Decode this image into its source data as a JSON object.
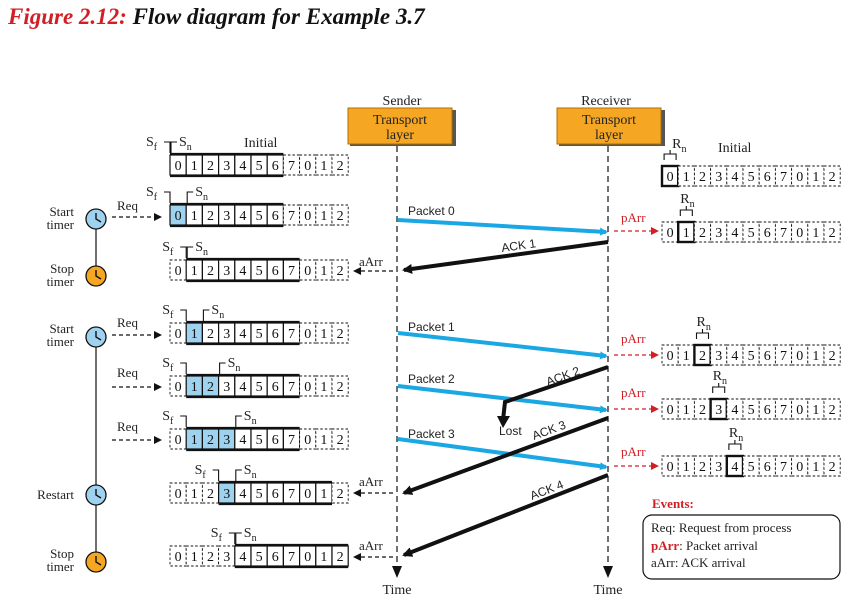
{
  "figure": {
    "number": "Figure 2.12:",
    "caption": "Flow diagram for Example 3.7"
  },
  "columns": {
    "sender_label": "Sender",
    "receiver_label": "Receiver",
    "layer_label_line1": "Transport",
    "layer_label_line2": "layer",
    "time_label": "Time"
  },
  "window": {
    "seq_numbers": [
      "0",
      "1",
      "2",
      "3",
      "4",
      "5",
      "6",
      "7",
      "0",
      "1",
      "2"
    ],
    "sf_label": "S",
    "sf_sub": "f",
    "sn_label": "S",
    "sn_sub": "n",
    "rn_label": "R",
    "rn_sub": "n",
    "initial_label": "Initial"
  },
  "timers": {
    "start": [
      "Start",
      "timer"
    ],
    "stop": [
      "Stop",
      "timer"
    ],
    "restart": "Restart"
  },
  "sender_states": [
    {
      "seq": [
        "0",
        "1",
        "2",
        "3",
        "4",
        "5",
        "6",
        "7",
        "0",
        "1",
        "2"
      ],
      "sf": 0,
      "sn": 0,
      "shaded": [],
      "event": "Initial"
    },
    {
      "seq": [
        "0",
        "1",
        "2",
        "3",
        "4",
        "5",
        "6",
        "7",
        "0",
        "1",
        "2"
      ],
      "sf": 0,
      "sn": 1,
      "shaded": [
        0
      ],
      "event": "Req"
    },
    {
      "seq": [
        "0",
        "1",
        "2",
        "3",
        "4",
        "5",
        "6",
        "7",
        "0",
        "1",
        "2"
      ],
      "sf": 1,
      "sn": 1,
      "shaded": [],
      "event": "aArr"
    },
    {
      "seq": [
        "0",
        "1",
        "2",
        "3",
        "4",
        "5",
        "6",
        "7",
        "0",
        "1",
        "2"
      ],
      "sf": 1,
      "sn": 2,
      "shaded": [
        1
      ],
      "event": "Req"
    },
    {
      "seq": [
        "0",
        "1",
        "2",
        "3",
        "4",
        "5",
        "6",
        "7",
        "0",
        "1",
        "2"
      ],
      "sf": 1,
      "sn": 3,
      "shaded": [
        1,
        2
      ],
      "event": "Req"
    },
    {
      "seq": [
        "0",
        "1",
        "2",
        "3",
        "4",
        "5",
        "6",
        "7",
        "0",
        "1",
        "2"
      ],
      "sf": 1,
      "sn": 4,
      "shaded": [
        1,
        2,
        3
      ],
      "event": "Req"
    },
    {
      "seq": [
        "0",
        "1",
        "2",
        "3",
        "4",
        "5",
        "6",
        "7",
        "0",
        "1",
        "2"
      ],
      "sf": 3,
      "sn": 4,
      "shaded": [
        3
      ],
      "event": "aArr"
    },
    {
      "seq": [
        "0",
        "1",
        "2",
        "3",
        "4",
        "5",
        "6",
        "7",
        "0",
        "1",
        "2"
      ],
      "sf": 4,
      "sn": 4,
      "shaded": [],
      "event": "aArr"
    }
  ],
  "receiver_states": [
    {
      "rn": 0,
      "event": "Initial"
    },
    {
      "rn": 1,
      "event": "pArr"
    },
    {
      "rn": 2,
      "event": "pArr"
    },
    {
      "rn": 3,
      "event": "pArr"
    },
    {
      "rn": 4,
      "event": "pArr"
    }
  ],
  "messages": {
    "packet0": "Packet 0",
    "ack1": "ACK 1",
    "packet1": "Packet 1",
    "ack2": "ACK 2",
    "lost": "Lost",
    "packet2": "Packet 2",
    "ack3": "ACK 3",
    "packet3": "Packet 3",
    "ack4": "ACK 4"
  },
  "event_labels": {
    "req": "Req",
    "parr": "pArr",
    "aarr": "aArr"
  },
  "legend": {
    "title": "Events:",
    "req_key": "Req:",
    "req_desc": " Request from process",
    "parr_key": "pArr",
    "parr_desc": ": Packet arrival",
    "aarr_line": "aArr: ACK arrival"
  },
  "colors": {
    "packet_arrow": "#1aa7e3",
    "ack_arrow": "#111111",
    "event_red": "#d21f26",
    "layer_box": "#f5a623",
    "shaded_cell": "#9fd2ee",
    "start_timer": "#9fd2ee",
    "stop_timer": "#f5a623"
  }
}
